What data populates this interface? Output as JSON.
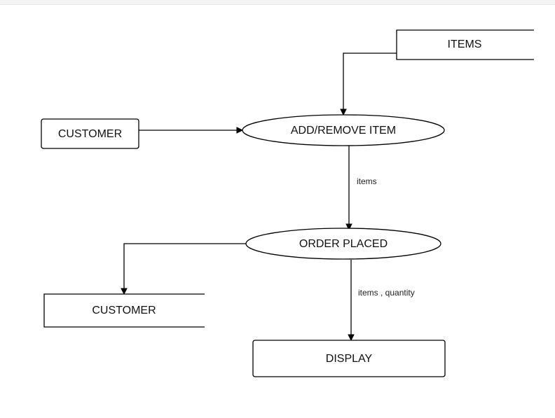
{
  "diagram": {
    "nodes": {
      "items_store": {
        "label": "ITEMS",
        "kind": "open-store"
      },
      "customer_source": {
        "label": "CUSTOMER",
        "kind": "entity"
      },
      "add_remove_item": {
        "label": "ADD/REMOVE ITEM",
        "kind": "process"
      },
      "order_placed": {
        "label": "ORDER PLACED",
        "kind": "process"
      },
      "customer_store": {
        "label": "CUSTOMER",
        "kind": "open-store"
      },
      "display": {
        "label": "DISPLAY",
        "kind": "entity"
      }
    },
    "edges": {
      "items_to_add_remove": {
        "from": "ITEMS",
        "to": "ADD/REMOVE ITEM",
        "label": ""
      },
      "customer_to_add_remove": {
        "from": "CUSTOMER",
        "to": "ADD/REMOVE ITEM",
        "label": ""
      },
      "add_remove_to_order": {
        "from": "ADD/REMOVE ITEM",
        "to": "ORDER PLACED",
        "label": "items"
      },
      "order_to_customer": {
        "from": "ORDER PLACED",
        "to": "CUSTOMER",
        "label": ""
      },
      "order_to_display": {
        "from": "ORDER PLACED",
        "to": "DISPLAY",
        "label": "items , quantity"
      }
    }
  }
}
